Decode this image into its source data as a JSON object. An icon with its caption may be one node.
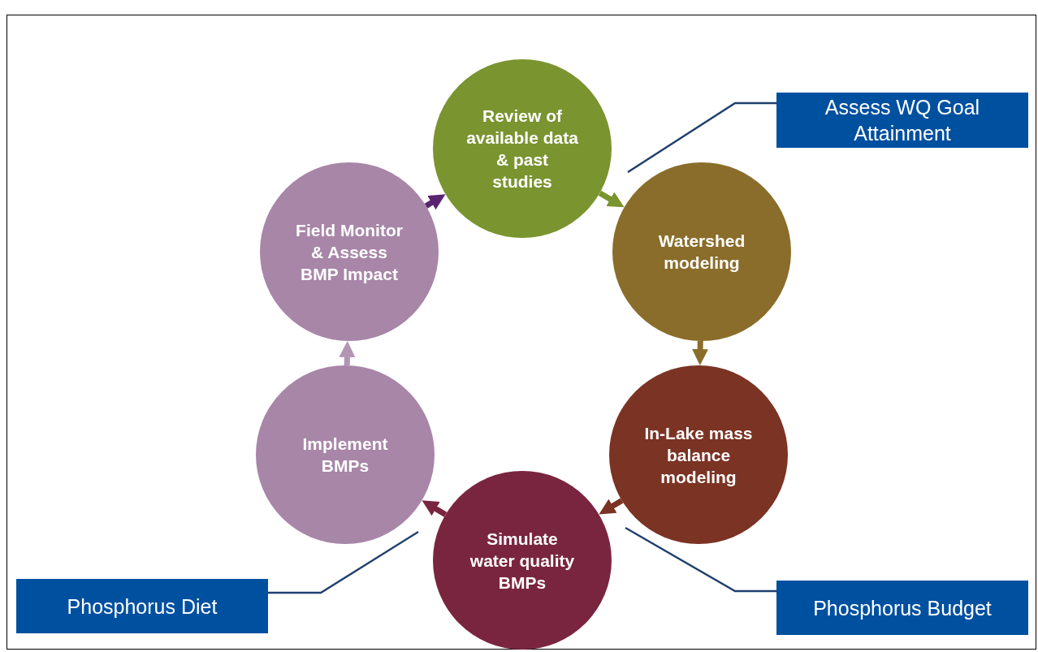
{
  "diagram": {
    "nodes": [
      {
        "text": [
          "Review of available data & past studies"
        ]
      },
      {
        "text": [
          "Watershed modeling"
        ]
      },
      {
        "text": [
          "In-Lake mass balance modeling"
        ]
      },
      {
        "text": [
          "Simulate water quality BMPs"
        ]
      },
      {
        "text": [
          "Implement BMPs"
        ]
      },
      {
        "text": [
          "Field Monitor & Assess BMP Impact"
        ]
      },
      {
        "text": [
          "Assess WQ Goal Attainment"
        ]
      },
      {
        "text": [
          "Phosphorus Diet"
        ]
      },
      {
        "text": [
          "Phosphorus Budget"
        ]
      }
    ],
    "edges": [
      {
        "from": 0,
        "to": 1,
        "arrow": "to",
        "color": "#7a9430"
      },
      {
        "from": 1,
        "to": 2,
        "arrow": "to",
        "color": "#8a6d2a"
      },
      {
        "from": 2,
        "to": 3,
        "arrow": "to",
        "color": "#7b3324"
      },
      {
        "from": 3,
        "to": 4,
        "arrow": "to",
        "color": "#7a2540"
      },
      {
        "from": 4,
        "to": 5,
        "arrow": "to",
        "color": "#b394b3"
      },
      {
        "from": 5,
        "to": 0,
        "arrow": "to",
        "color": "#5a2570"
      },
      {
        "from": 6,
        "to": 1,
        "arrow": "none"
      },
      {
        "from": 7,
        "to": 4,
        "arrow": "none"
      },
      {
        "from": 8,
        "to": 2,
        "arrow": "none"
      }
    ]
  }
}
